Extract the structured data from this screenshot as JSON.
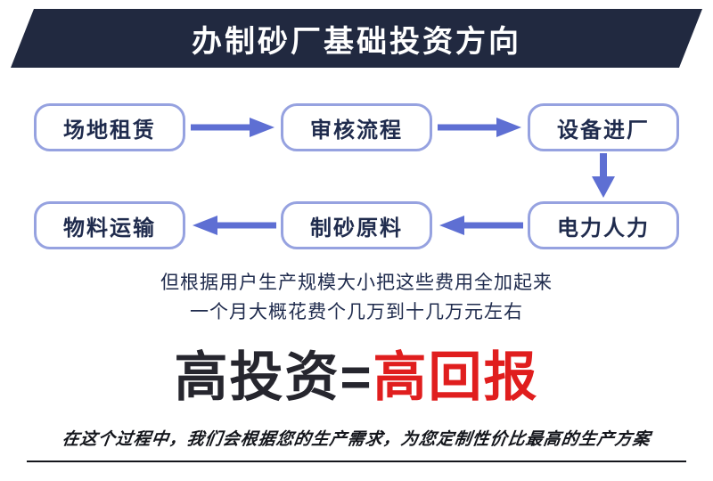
{
  "banner": {
    "title": "办制砂厂基础投资方向"
  },
  "flow": {
    "row1": [
      "场地租赁",
      "审核流程",
      "设备进厂"
    ],
    "row2": [
      "物料运输",
      "制砂原料",
      "电力人力"
    ]
  },
  "description": {
    "line1": "但根据用户生产规模大小把这些费用全加起来",
    "line2": "一个月大概花费个几万到十几万元左右"
  },
  "headline": {
    "dark": "高投资=",
    "red": "高回报"
  },
  "footer": {
    "text": "在这个过程中，我们会根据您的生产需求，为您定制性价比最高的生产方案"
  },
  "colors": {
    "banner_bg": "#212940",
    "accent": "#5e6fd3",
    "box_border": "#96a2e0",
    "ink": "#1f2b4d",
    "red": "#e01e1e",
    "footer_ink": "#14161c"
  }
}
